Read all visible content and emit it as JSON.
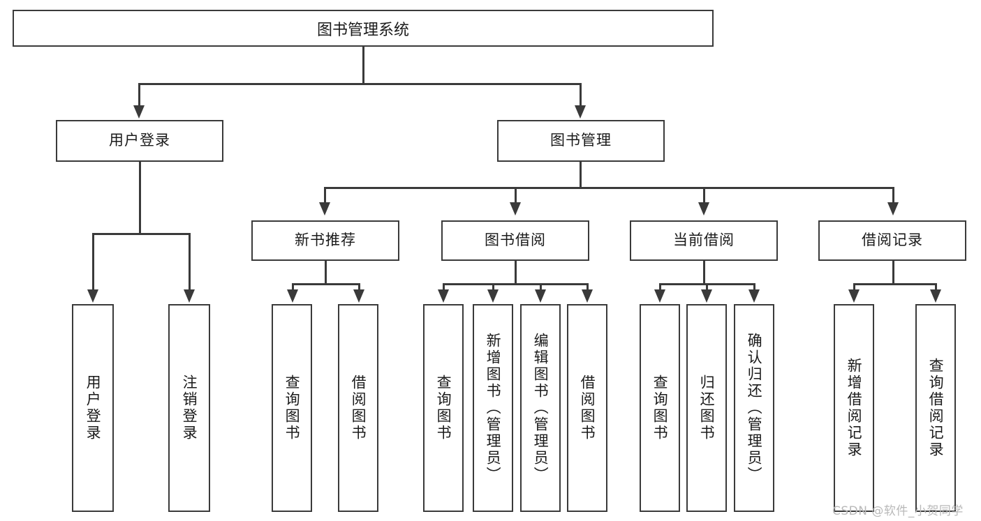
{
  "diagram": {
    "title": "图书管理系统",
    "type": "functional-structure-tree",
    "root": {
      "label": "图书管理系统"
    },
    "level2": [
      {
        "id": "user-login",
        "label": "用户登录"
      },
      {
        "id": "book-management",
        "label": "图书管理"
      }
    ],
    "level3": [
      {
        "id": "new-book-recommend",
        "label": "新书推荐",
        "parent": "book-management"
      },
      {
        "id": "book-borrow",
        "label": "图书借阅",
        "parent": "book-management"
      },
      {
        "id": "current-borrow",
        "label": "当前借阅",
        "parent": "book-management"
      },
      {
        "id": "borrow-record",
        "label": "借阅记录",
        "parent": "book-management"
      }
    ],
    "leaves": {
      "user_login": [
        {
          "id": "leaf-user-login",
          "label": "用户登录"
        },
        {
          "id": "leaf-logout-login",
          "label": "注销登录"
        }
      ],
      "new_book_recommend": [
        {
          "id": "leaf-query-book-1",
          "label": "查询图书"
        },
        {
          "id": "leaf-borrow-book-1",
          "label": "借阅图书"
        }
      ],
      "book_borrow": [
        {
          "id": "leaf-query-book-2",
          "label": "查询图书"
        },
        {
          "id": "leaf-add-book",
          "label": "新增图书（管理员）"
        },
        {
          "id": "leaf-edit-book",
          "label": "编辑图书（管理员）"
        },
        {
          "id": "leaf-borrow-book-2",
          "label": "借阅图书"
        }
      ],
      "current_borrow": [
        {
          "id": "leaf-query-book-3",
          "label": "查询图书"
        },
        {
          "id": "leaf-return-book",
          "label": "归还图书"
        },
        {
          "id": "leaf-confirm-return",
          "label": "确认归还（管理员）"
        }
      ],
      "borrow_record": [
        {
          "id": "leaf-add-record",
          "label": "新增借阅记录"
        },
        {
          "id": "leaf-query-record",
          "label": "查询借阅记录"
        }
      ]
    }
  },
  "watermark": {
    "text": "CSDN @软件_小贺同学"
  },
  "colors": {
    "background": "#ffffff",
    "border": "#3a3a3a",
    "text": "#1a1a1a",
    "watermark": "#b9b9b9"
  }
}
